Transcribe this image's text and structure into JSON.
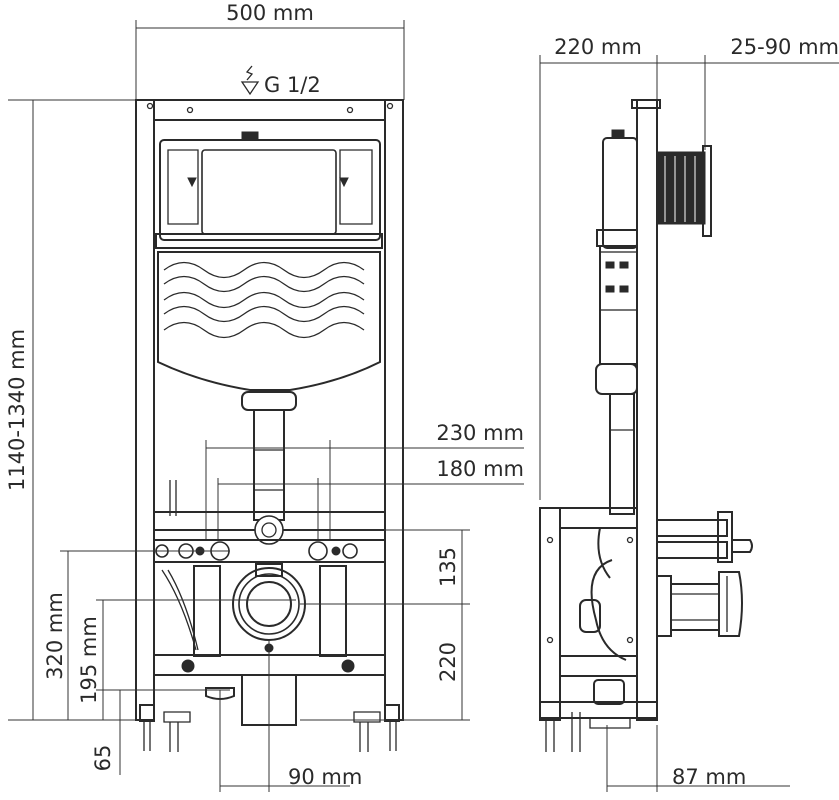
{
  "front_view": {
    "width_label": "500 mm",
    "supply_label": "G 1/2",
    "height_label": "1140-1340 mm",
    "flush_outer_label": "230 mm",
    "flush_inner_label": "180 mm",
    "mount_height_label": "320 mm",
    "drain_height_label": "195 mm",
    "foot_label": "65",
    "bolt_upper_label": "135",
    "bolt_lower_label": "220",
    "drain_offset_label": "90 mm"
  },
  "side_view": {
    "depth_label": "220 mm",
    "adjust_label": "25-90 mm",
    "drain_offset_label": "87 mm"
  },
  "colors": {
    "line": "#2a2a2a",
    "background": "#ffffff"
  }
}
